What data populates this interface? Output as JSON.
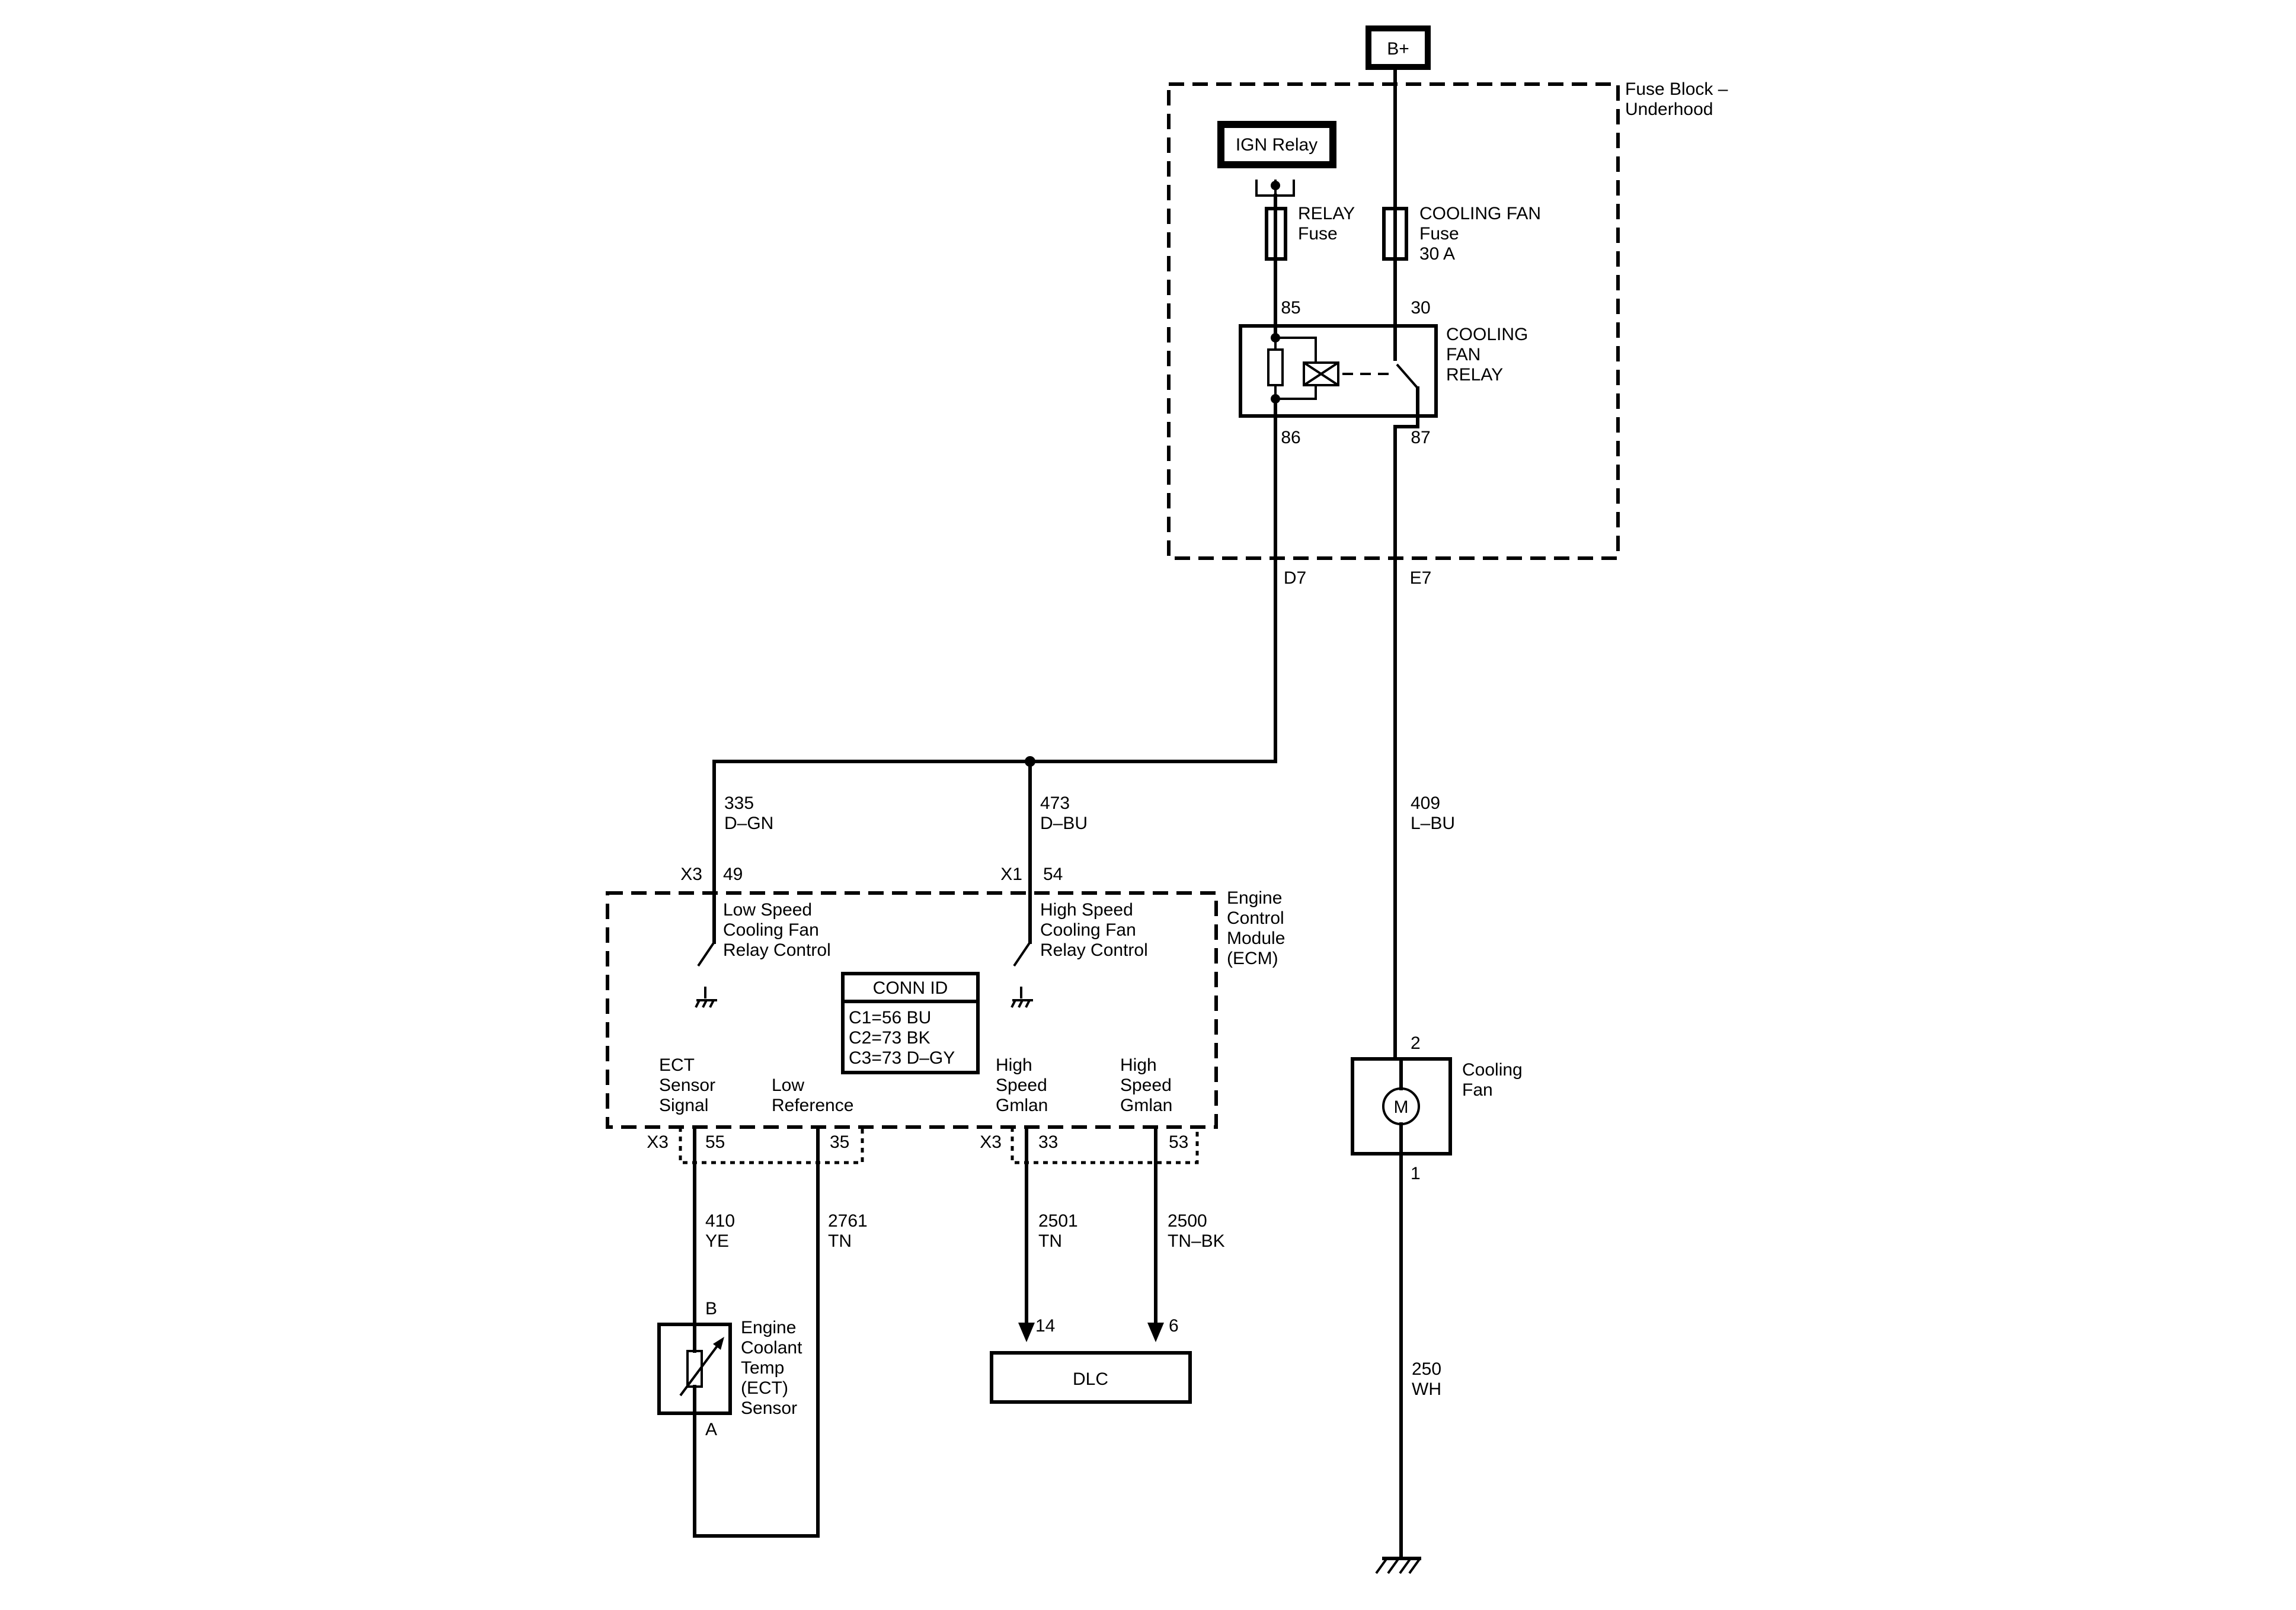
{
  "battery": {
    "label": "B+"
  },
  "fuse_block": {
    "label_line1": "Fuse Block –",
    "label_line2": "Underhood"
  },
  "ign_relay": {
    "label": "IGN Relay"
  },
  "relay_fuse": {
    "line1": "RELAY",
    "line2": "Fuse"
  },
  "cooling_fan_fuse": {
    "line1": "COOLING FAN",
    "line2": "Fuse",
    "line3": "30 A"
  },
  "cooling_fan_relay": {
    "line1": "COOLING",
    "line2": "FAN",
    "line3": "RELAY",
    "pin_85": "85",
    "pin_30": "30",
    "pin_86": "86",
    "pin_87": "87"
  },
  "fuse_block_terminals": {
    "left": "D7",
    "right": "E7"
  },
  "wires": {
    "w335": {
      "circuit": "335",
      "color": "D–GN"
    },
    "w473": {
      "circuit": "473",
      "color": "D–BU"
    },
    "w409": {
      "circuit": "409",
      "color": "L–BU"
    },
    "w410": {
      "circuit": "410",
      "color": "YE"
    },
    "w2761": {
      "circuit": "2761",
      "color": "TN"
    },
    "w2501": {
      "circuit": "2501",
      "color": "TN"
    },
    "w2500": {
      "circuit": "2500",
      "color": "TN–BK"
    },
    "w250": {
      "circuit": "250",
      "color": "WH"
    }
  },
  "ecm": {
    "label_line1": "Engine",
    "label_line2": "Control",
    "label_line3": "Module",
    "label_line4": "(ECM)",
    "top_connectors": {
      "low_conn": "X3",
      "low_pin": "49",
      "high_conn": "X1",
      "high_pin": "54"
    },
    "low_speed_ctrl": {
      "line1": "Low Speed",
      "line2": "Cooling Fan",
      "line3": "Relay Control"
    },
    "high_speed_ctrl": {
      "line1": "High Speed",
      "line2": "Cooling Fan",
      "line3": "Relay Control"
    },
    "conn_id": {
      "title": "CONN ID",
      "c1": "C1=56 BU",
      "c2": "C2=73 BK",
      "c3": "C3=73 D–GY"
    },
    "ect_signal": {
      "line1": "ECT",
      "line2": "Sensor",
      "line3": "Signal"
    },
    "low_ref": {
      "line1": "Low",
      "line2": "Reference"
    },
    "gmlan_a": {
      "line1": "High",
      "line2": "Speed",
      "line3": "Gmlan"
    },
    "gmlan_b": {
      "line1": "High",
      "line2": "Speed",
      "line3": "Gmlan"
    },
    "bottom_connectors": {
      "x3_a": "X3",
      "pin_55": "55",
      "pin_35": "35",
      "x3_b": "X3",
      "pin_33": "33",
      "pin_53": "53"
    }
  },
  "cooling_fan": {
    "line1": "Cooling",
    "line2": "Fan",
    "motor": "M",
    "pin_top": "2",
    "pin_bottom": "1"
  },
  "ect_sensor": {
    "line1": "Engine",
    "line2": "Coolant",
    "line3": "Temp",
    "line4": "(ECT)",
    "line5": "Sensor",
    "pin_b": "B",
    "pin_a": "A"
  },
  "dlc": {
    "label": "DLC",
    "pin_14": "14",
    "pin_6": "6"
  }
}
